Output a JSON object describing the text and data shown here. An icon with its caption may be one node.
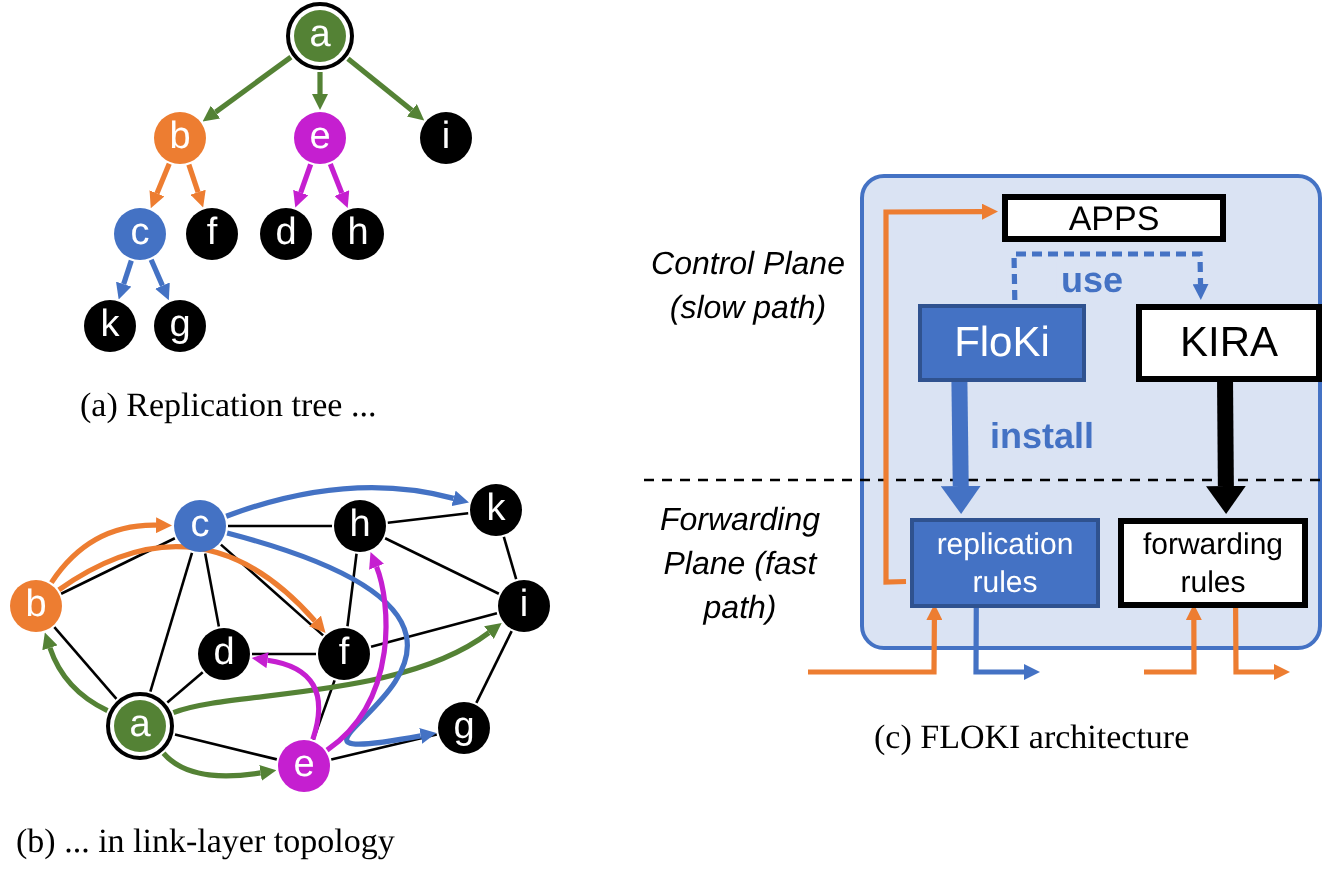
{
  "diagram": {
    "nodes": [
      {
        "text": [
          "a"
        ]
      },
      {
        "text": [
          "b"
        ]
      },
      {
        "text": [
          "e"
        ]
      },
      {
        "text": [
          "i"
        ]
      },
      {
        "text": [
          "c"
        ]
      },
      {
        "text": [
          "f"
        ]
      },
      {
        "text": [
          "d"
        ]
      },
      {
        "text": [
          "h"
        ]
      },
      {
        "text": [
          "k"
        ]
      },
      {
        "text": [
          "g"
        ]
      },
      {
        "text": [
          "c"
        ]
      },
      {
        "text": [
          "h"
        ]
      },
      {
        "text": [
          "k"
        ]
      },
      {
        "text": [
          "b"
        ]
      },
      {
        "text": [
          "d"
        ]
      },
      {
        "text": [
          "f"
        ]
      },
      {
        "text": [
          "i"
        ]
      },
      {
        "text": [
          "a"
        ]
      },
      {
        "text": [
          "g"
        ]
      },
      {
        "text": [
          "e"
        ]
      },
      {
        "text": [],
        "shape": "box"
      },
      {
        "text": [
          "APPS"
        ],
        "in": 20
      },
      {
        "text": [
          "FloKi"
        ],
        "in": 20
      },
      {
        "text": [
          "KIRA"
        ],
        "in": 20
      },
      {
        "text": [
          "replication rules"
        ],
        "in": 20
      },
      {
        "text": [
          "forwarding rules"
        ],
        "in": 20
      }
    ],
    "edges": [
      {
        "from": 0,
        "to": 1,
        "arrow": "to",
        "color": "#548235"
      },
      {
        "from": 0,
        "to": 2,
        "arrow": "to",
        "color": "#548235"
      },
      {
        "from": 0,
        "to": 3,
        "arrow": "to",
        "color": "#548235"
      },
      {
        "from": 1,
        "to": 4,
        "arrow": "to",
        "color": "#ed7d31"
      },
      {
        "from": 1,
        "to": 5,
        "arrow": "to",
        "color": "#ed7d31"
      },
      {
        "from": 2,
        "to": 6,
        "arrow": "to",
        "color": "#c51fd0"
      },
      {
        "from": 2,
        "to": 7,
        "arrow": "to",
        "color": "#c51fd0"
      },
      {
        "from": 4,
        "to": 8,
        "arrow": "to",
        "color": "#4472c4"
      },
      {
        "from": 4,
        "to": 9,
        "arrow": "to",
        "color": "#4472c4"
      },
      {
        "from": 13,
        "to": 10,
        "arrow": "none"
      },
      {
        "from": 13,
        "to": 17,
        "arrow": "none"
      },
      {
        "from": 10,
        "to": 17,
        "arrow": "none"
      },
      {
        "from": 10,
        "to": 14,
        "arrow": "none"
      },
      {
        "from": 10,
        "to": 15,
        "arrow": "none"
      },
      {
        "from": 10,
        "to": 11,
        "arrow": "none"
      },
      {
        "from": 11,
        "to": 12,
        "arrow": "none"
      },
      {
        "from": 11,
        "to": 15,
        "arrow": "none"
      },
      {
        "from": 11,
        "to": 16,
        "arrow": "none"
      },
      {
        "from": 12,
        "to": 16,
        "arrow": "none"
      },
      {
        "from": 14,
        "to": 15,
        "arrow": "none"
      },
      {
        "from": 15,
        "to": 16,
        "arrow": "none"
      },
      {
        "from": 15,
        "to": 19,
        "arrow": "none"
      },
      {
        "from": 17,
        "to": 14,
        "arrow": "none"
      },
      {
        "from": 17,
        "to": 19,
        "arrow": "none"
      },
      {
        "from": 19,
        "to": 18,
        "arrow": "none"
      },
      {
        "from": 18,
        "to": 16,
        "arrow": "none"
      },
      {
        "from": 17,
        "to": 13,
        "arrow": "to",
        "color": "#548235"
      },
      {
        "from": 17,
        "to": 19,
        "arrow": "to",
        "color": "#548235"
      },
      {
        "from": 17,
        "to": 16,
        "arrow": "to",
        "color": "#548235"
      },
      {
        "from": 13,
        "to": 10,
        "arrow": "to",
        "color": "#ed7d31"
      },
      {
        "from": 13,
        "to": 15,
        "arrow": "to",
        "color": "#ed7d31"
      },
      {
        "from": 10,
        "to": 12,
        "arrow": "to",
        "color": "#4472c4"
      },
      {
        "from": 10,
        "to": 18,
        "arrow": "to",
        "color": "#4472c4"
      },
      {
        "from": 19,
        "to": 14,
        "arrow": "to",
        "color": "#c51fd0"
      },
      {
        "from": 19,
        "to": 11,
        "arrow": "to",
        "color": "#c51fd0"
      },
      {
        "from": 22,
        "to": 24,
        "arrow": "to",
        "label": "install",
        "style": "thick",
        "color": "#4472c4"
      },
      {
        "from": 23,
        "to": 25,
        "arrow": "to",
        "style": "thick"
      },
      {
        "from": 22,
        "to": 23,
        "arrow": "to",
        "label": "use",
        "style": "dashed",
        "color": "#4472c4"
      },
      {
        "from": 24,
        "to": 21,
        "arrow": "to",
        "color": "#ed7d31"
      },
      {
        "from": null,
        "to": 24,
        "arrow": "to",
        "color": "#ed7d31"
      },
      {
        "from": 24,
        "to": null,
        "arrow": "to",
        "color": "#4472c4"
      },
      {
        "from": null,
        "to": 25,
        "arrow": "to",
        "color": "#ed7d31"
      },
      {
        "from": 25,
        "to": null,
        "arrow": "to",
        "color": "#ed7d31"
      }
    ],
    "labels": [
      "(a) Replication tree ...",
      "Control Plane (slow path)",
      "Forwarding Plane (fast path)",
      "(c) FLOKI architecture",
      "(b) ... in link-layer topology"
    ]
  }
}
